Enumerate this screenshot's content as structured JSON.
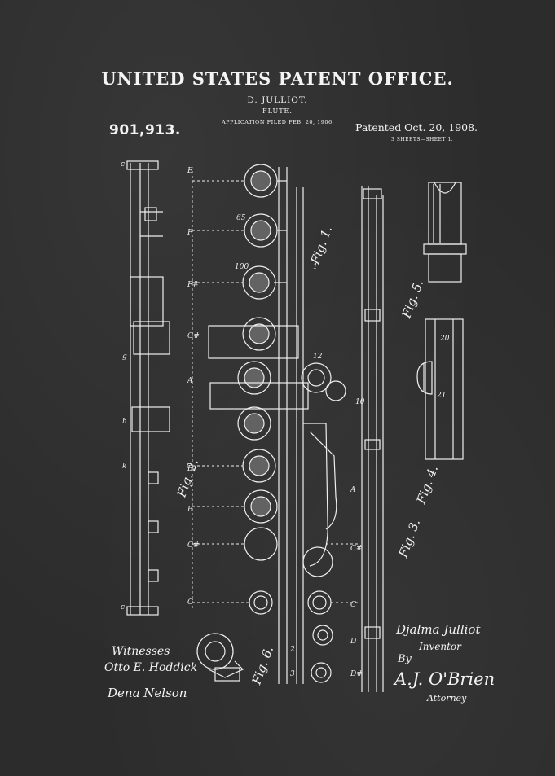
{
  "header": {
    "office": "UNITED STATES PATENT OFFICE.",
    "inventor": "D. JULLIOT.",
    "invention": "FLUTE.",
    "application": "APPLICATION FILED FEB. 20, 1906.",
    "patent_number": "901,913.",
    "patented": "Patented Oct. 20, 1908.",
    "sheets": "3 SHEETS—SHEET 1."
  },
  "figures": {
    "fig1": "Fig. 1.",
    "fig2": "Fig. 2.",
    "fig3": "Fig. 3.",
    "fig4": "Fig. 4.",
    "fig5": "Fig. 5.",
    "fig6": "Fig. 6."
  },
  "signatures": {
    "witnesses_label": "Witnesses",
    "witness_1": "Otto E. Hoddick",
    "witness_2": "Dena Nelson",
    "inventor_signature": "Djalma Julliot",
    "inventor_label": "Inventor",
    "by_label": "By",
    "attorney_signature": "A.J. O'Brien",
    "attorney_label": "Attorney"
  },
  "colors": {
    "background": "#2c2c2c",
    "ink": "#f2f2f2"
  }
}
